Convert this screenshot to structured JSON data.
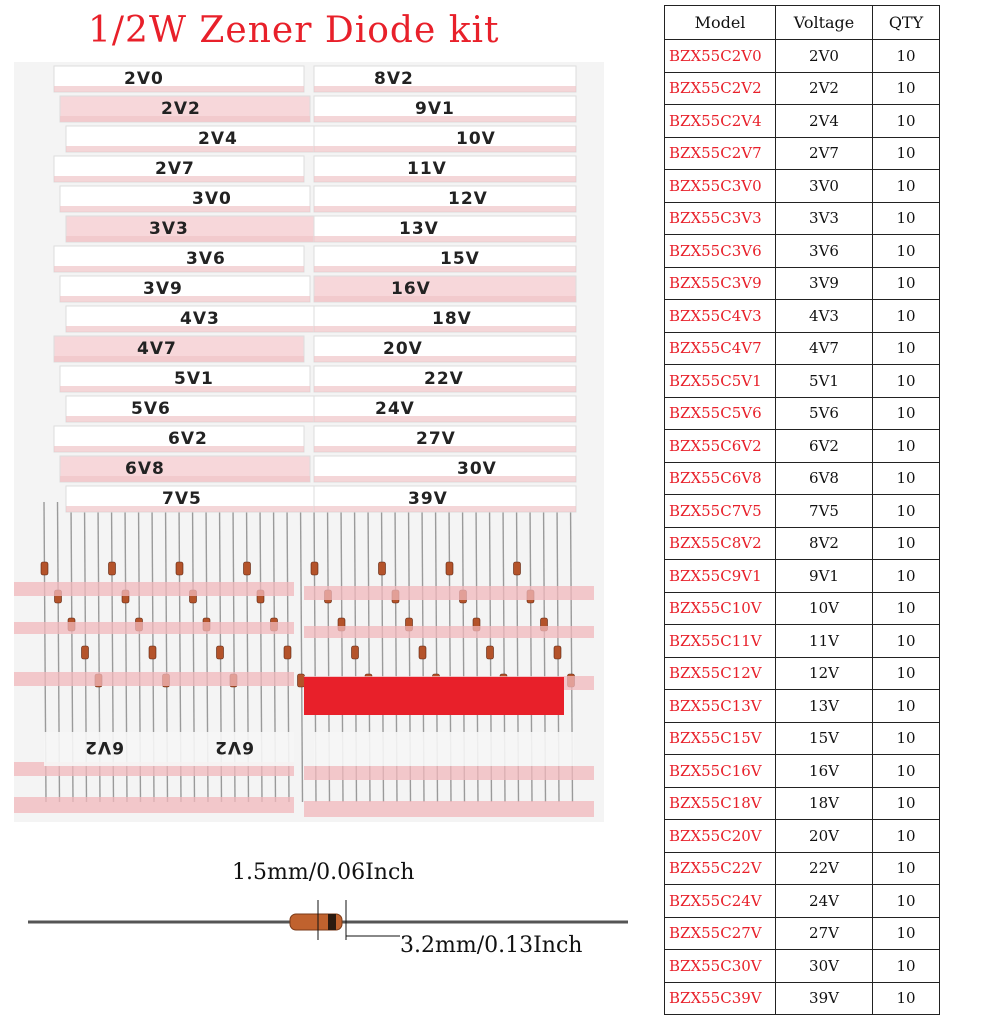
{
  "title": "1/2W Zener Diode kit",
  "table": {
    "headers": [
      "Model",
      "Voltage",
      "QTY"
    ],
    "rows": [
      {
        "model": "BZX55C2V0",
        "voltage": "2V0",
        "qty": "10"
      },
      {
        "model": "BZX55C2V2",
        "voltage": "2V2",
        "qty": "10"
      },
      {
        "model": "BZX55C2V4",
        "voltage": "2V4",
        "qty": "10"
      },
      {
        "model": "BZX55C2V7",
        "voltage": "2V7",
        "qty": "10"
      },
      {
        "model": "BZX55C3V0",
        "voltage": "3V0",
        "qty": "10"
      },
      {
        "model": "BZX55C3V3",
        "voltage": "3V3",
        "qty": "10"
      },
      {
        "model": "BZX55C3V6",
        "voltage": "3V6",
        "qty": "10"
      },
      {
        "model": "BZX55C3V9",
        "voltage": "3V9",
        "qty": "10"
      },
      {
        "model": "BZX55C4V3",
        "voltage": "4V3",
        "qty": "10"
      },
      {
        "model": "BZX55C4V7",
        "voltage": "4V7",
        "qty": "10"
      },
      {
        "model": "BZX55C5V1",
        "voltage": "5V1",
        "qty": "10"
      },
      {
        "model": "BZX55C5V6",
        "voltage": "5V6",
        "qty": "10"
      },
      {
        "model": "BZX55C6V2",
        "voltage": "6V2",
        "qty": "10"
      },
      {
        "model": "BZX55C6V8",
        "voltage": "6V8",
        "qty": "10"
      },
      {
        "model": "BZX55C7V5",
        "voltage": "7V5",
        "qty": "10"
      },
      {
        "model": "BZX55C8V2",
        "voltage": "8V2",
        "qty": "10"
      },
      {
        "model": "BZX55C9V1",
        "voltage": "9V1",
        "qty": "10"
      },
      {
        "model": "BZX55C10V",
        "voltage": "10V",
        "qty": "10"
      },
      {
        "model": "BZX55C11V",
        "voltage": "11V",
        "qty": "10"
      },
      {
        "model": "BZX55C12V",
        "voltage": "12V",
        "qty": "10"
      },
      {
        "model": "BZX55C13V",
        "voltage": "13V",
        "qty": "10"
      },
      {
        "model": "BZX55C15V",
        "voltage": "15V",
        "qty": "10"
      },
      {
        "model": "BZX55C16V",
        "voltage": "16V",
        "qty": "10"
      },
      {
        "model": "BZX55C18V",
        "voltage": "18V",
        "qty": "10"
      },
      {
        "model": "BZX55C20V",
        "voltage": "20V",
        "qty": "10"
      },
      {
        "model": "BZX55C22V",
        "voltage": "22V",
        "qty": "10"
      },
      {
        "model": "BZX55C24V",
        "voltage": "24V",
        "qty": "10"
      },
      {
        "model": "BZX55C27V",
        "voltage": "27V",
        "qty": "10"
      },
      {
        "model": "BZX55C30V",
        "voltage": "30V",
        "qty": "10"
      },
      {
        "model": "BZX55C39V",
        "voltage": "39V",
        "qty": "10"
      }
    ]
  },
  "photo": {
    "left_strips": [
      "2V0",
      "2V2",
      "2V4",
      "2V7",
      "3V0",
      "3V3",
      "3V6",
      "3V9",
      "4V3",
      "4V7",
      "5V1",
      "5V6",
      "6V2",
      "6V8",
      "7V5"
    ],
    "right_strips": [
      "8V2",
      "9V1",
      "10V",
      "11V",
      "12V",
      "13V",
      "15V",
      "16V",
      "18V",
      "20V",
      "22V",
      "24V",
      "27V",
      "30V",
      "39V"
    ],
    "bottom_labels": [
      "6V2",
      "6V2"
    ]
  },
  "dimensions": {
    "length": "1.5mm/0.06Inch",
    "width": "3.2mm/0.13Inch"
  },
  "colors": {
    "accent_red": "#e8202a"
  }
}
